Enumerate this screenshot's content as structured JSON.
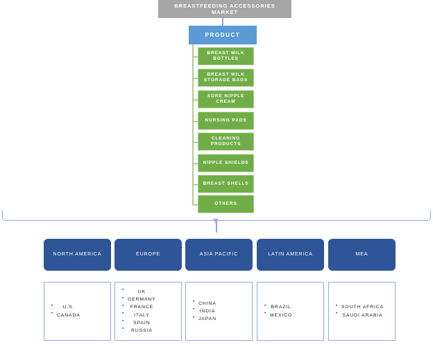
{
  "diagram": {
    "title": "BREASTFEEDING ACCESSORIES MARKET",
    "segment_label": "PRODUCT",
    "colors": {
      "root": "#A6A6A6",
      "segment": "#5B9BD5",
      "product_item": "#70AD47",
      "product_item_border": "#A9D08E",
      "region": "#2E5597",
      "connector": "#8FAADC",
      "country_box_border": "#8FAADC",
      "text_light": "#FFFFFF",
      "text_dark": "#1A1A1A"
    },
    "products": [
      {
        "label": "BREAST MILK BOTTLES"
      },
      {
        "label": "BREAST MILK STORAGE BAGS"
      },
      {
        "label": "SORE NIPPLE CREAM"
      },
      {
        "label": "NURSING PADS"
      },
      {
        "label": "CLEANING PRODUCTS"
      },
      {
        "label": "NIPPLE SHIELDS"
      },
      {
        "label": "BREAST SHELLS"
      },
      {
        "label": "OTHERS"
      }
    ],
    "regions": [
      {
        "label": "NORTH AMERICA",
        "countries": [
          "U.S.",
          "CANADA"
        ]
      },
      {
        "label": "EUROPE",
        "countries": [
          "UK",
          "GERMANY",
          "FRANCE",
          "ITALY",
          "SPAIN",
          "RUSSIA"
        ]
      },
      {
        "label": "ASIA PACIFIC",
        "countries": [
          "CHINA",
          "INDIA",
          "JAPAN"
        ]
      },
      {
        "label": "LATIN AMERICA",
        "countries": [
          "BRAZIL",
          "MEXICO"
        ]
      },
      {
        "label": "MEA",
        "countries": [
          "SOUTH AFRICA",
          "SAUDI ARABIA"
        ]
      }
    ]
  }
}
